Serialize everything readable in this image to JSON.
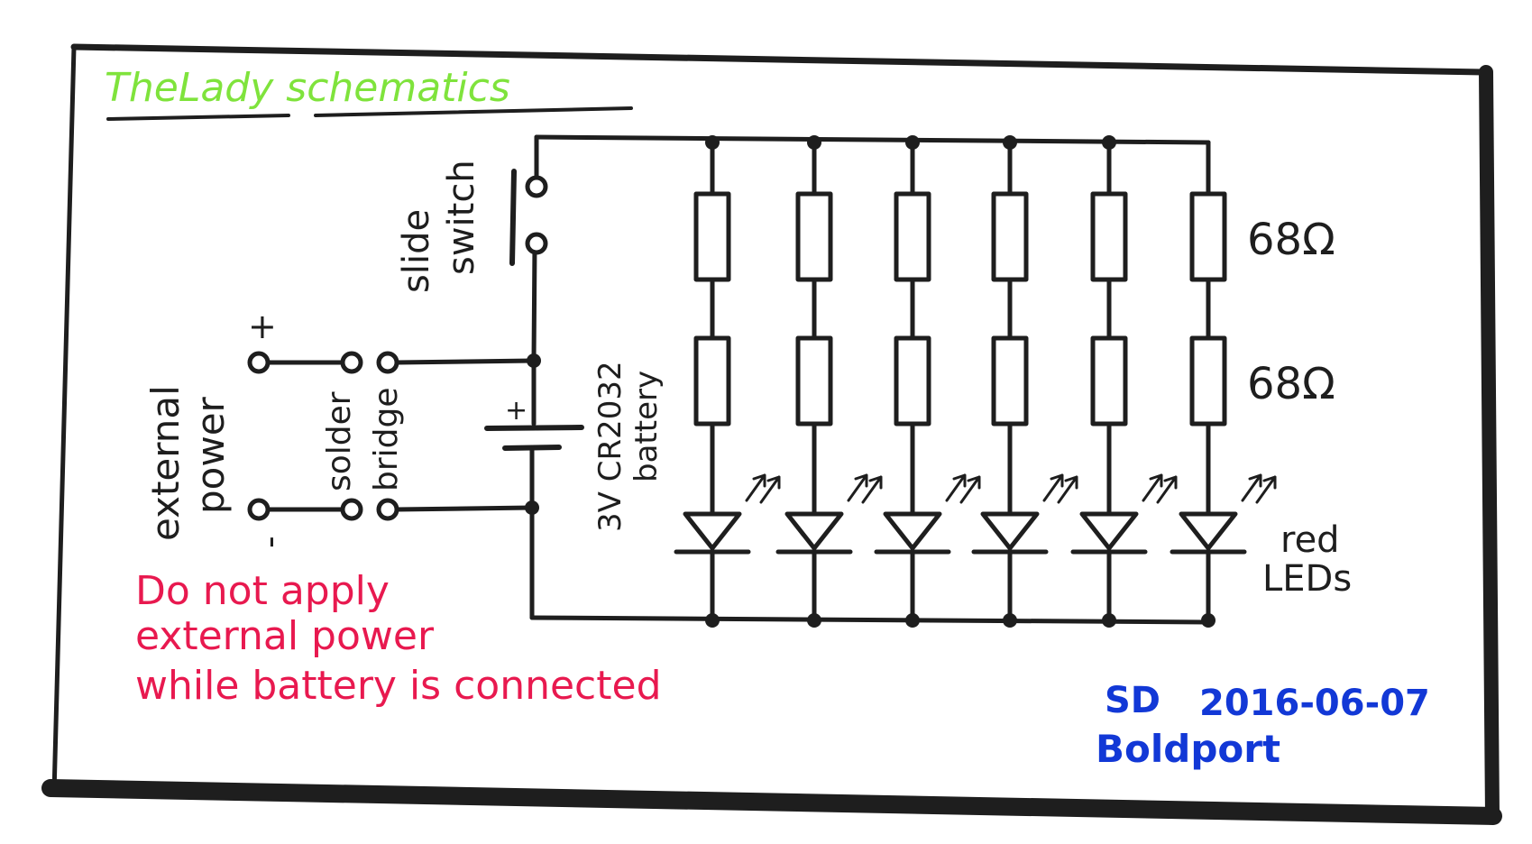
{
  "title": "TheLady schematics",
  "labels": {
    "switch_line1": "slide",
    "switch_line2": "switch",
    "ext_power_line1": "external",
    "ext_power_line2": "power",
    "ext_plus": "+",
    "ext_minus": "-",
    "bridge_line1": "solder",
    "bridge_line2": "bridge",
    "battery_plus": "+",
    "battery_line1": "3V CR2032",
    "battery_line2": "battery",
    "resistor_top": "68Ω",
    "resistor_bottom": "68Ω",
    "leds_line1": "red",
    "leds_line2": "LEDs"
  },
  "warning": [
    "Do not apply",
    "external power",
    "while battery is connected"
  ],
  "signature": {
    "author": "SD",
    "date": "2016-06-07",
    "company": "Boldport"
  },
  "led_channels": 6,
  "colors": {
    "ink": "#1e1e1e",
    "title": "#7fe33c",
    "warning": "#e8194f",
    "signature": "#1238d6"
  }
}
